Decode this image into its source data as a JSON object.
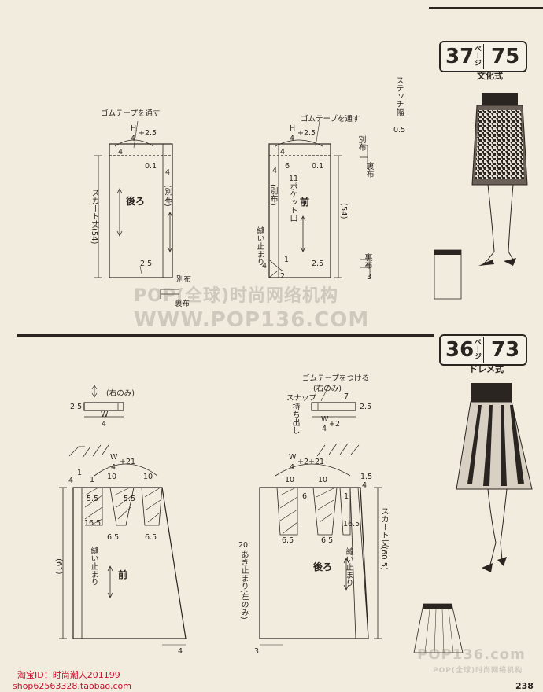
{
  "top_section": {
    "badge": {
      "left": "37",
      "pg": "ページ",
      "right": "75"
    },
    "style": "文化式",
    "stitch_label": "ステッチ幅",
    "stitch_value": "0.5",
    "back_piece": {
      "elastic": "ゴムテープを通す",
      "ease": "H/4+2.5",
      "h_num": "H",
      "den": "4",
      "plus": "+2.5",
      "v_4": "4",
      "v_01": "0.1",
      "v_4b": "4",
      "label": "後ろ",
      "separate": "(別布)",
      "length": "スカート丈(54)",
      "hem": "2.5",
      "binding": "別布",
      "lining": "裏布"
    },
    "front_piece": {
      "elastic": "ゴムテープを通す",
      "h_num": "H",
      "den": "4",
      "plus": "+2.5",
      "v_4": "4",
      "v_6": "6",
      "v_01": "0.1",
      "v_4b": "4",
      "v_11": "11",
      "pocket": "ポケット口",
      "label": "前",
      "separate": "(別布)",
      "length": "(54)",
      "stop": "縫い止まり",
      "v_1": "1",
      "v_2": "2",
      "v_4c": "4",
      "hem": "2.5",
      "binding": "別布",
      "lining": "裏布",
      "lining2": "裏布",
      "v_3": "3"
    }
  },
  "bottom_section": {
    "badge": {
      "left": "36",
      "pg": "ページ",
      "right": "73"
    },
    "style": "ドレメ式",
    "back_waistband": {
      "note": "(右のみ)",
      "w": "W",
      "den": "4",
      "h": "2.5"
    },
    "front_waistband": {
      "elastic": "ゴムテープをつける",
      "note": "(右のみ)",
      "snap": "スナップ",
      "extension": "持ち出し",
      "w": "W",
      "den": "4",
      "plus": "+2",
      "v_7": "7",
      "h": "2.5"
    },
    "front_skirt": {
      "w": "W",
      "den": "4",
      "plus": "+21",
      "v_1": "1",
      "v_4": "4",
      "v_1b": "1",
      "v_10a": "10",
      "v_10b": "10",
      "v_55a": "5.5",
      "v_55b": "5.5",
      "v_165": "16.5",
      "v_65a": "6.5",
      "v_65b": "6.5",
      "stop": "縫い止まり",
      "label": "前",
      "length": "(61)",
      "hem": "4"
    },
    "back_skirt": {
      "w": "W",
      "den": "4",
      "plus": "+2+21",
      "v_10a": "10",
      "v_10b": "10",
      "v_6": "6",
      "v_1": "1",
      "v_15": "1.5",
      "v_4": "4",
      "v_165": "16.5",
      "v_65a": "6.5",
      "v_65b": "6.5",
      "v_20": "20",
      "opening": "あき止まり(左のみ)",
      "stop": "縫い止まり",
      "label": "後ろ",
      "length": "スカート丈(60.5)",
      "hem": "3"
    }
  },
  "watermark": {
    "line1": "POP(全球)时尚网络机构",
    "line2": "WWW.POP136.COM",
    "corner": "POP136.com",
    "corner_sub": "POP(全球)时尚网络机构"
  },
  "footer": {
    "shop_id": "淘宝ID：时尚潮人201199",
    "url": "shop62563328.taobao.com",
    "page": "238"
  }
}
